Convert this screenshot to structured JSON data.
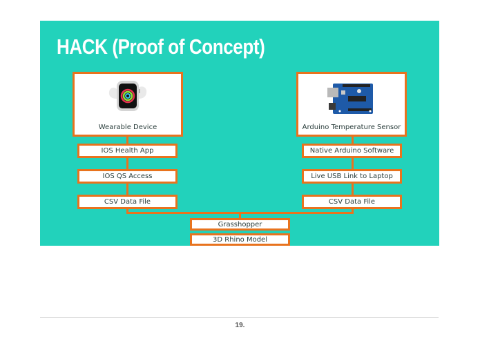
{
  "title": "HACK (Proof of Concept)",
  "left_branch": {
    "device_label": "Wearable Device",
    "device_icon": "smartwatch-icon",
    "steps": [
      "IOS Health App",
      "IOS QS Access",
      "CSV Data File"
    ]
  },
  "right_branch": {
    "device_label": "Arduino Temperature Sensor",
    "device_icon": "arduino-board-icon",
    "steps": [
      "Native Arduino Software",
      "Live USB Link to Laptop",
      "CSV Data File"
    ]
  },
  "merge_steps": [
    "Grasshopper",
    "3D Rhino Model"
  ],
  "colors": {
    "background": "#22d2bb",
    "accent": "#e8731e",
    "title": "#ffffff"
  },
  "footer": {
    "page_number": "19."
  }
}
